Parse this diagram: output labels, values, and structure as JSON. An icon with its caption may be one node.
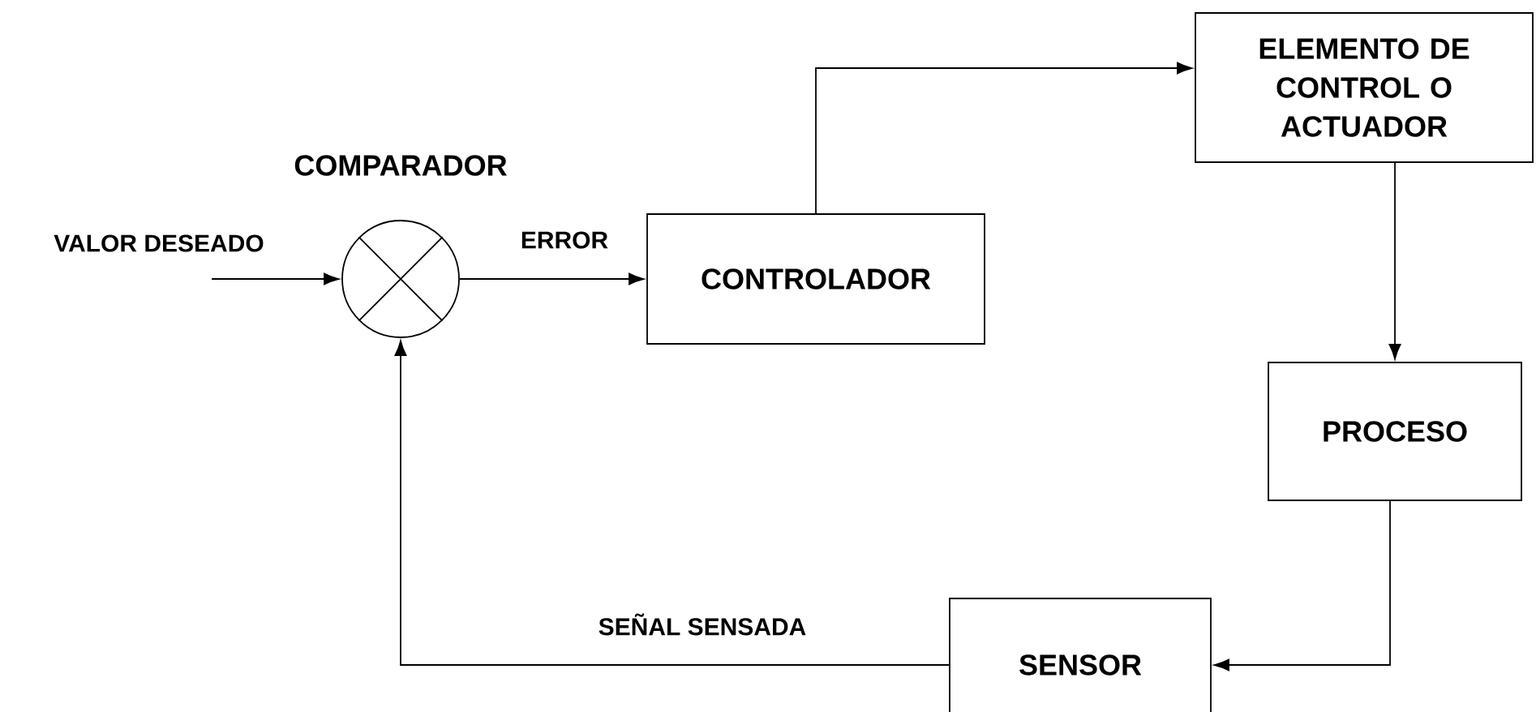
{
  "diagram": {
    "nodes": [
      {
        "text": [
          "COMPARADOR"
        ]
      },
      {
        "text": [
          "CONTROLADOR"
        ]
      },
      {
        "text": [
          "ELEMENTO DE CONTROL O ACTUADOR"
        ]
      },
      {
        "text": [
          "PROCESO"
        ]
      },
      {
        "text": [
          "SENSOR"
        ]
      }
    ],
    "edges": [
      {
        "from": null,
        "to": 0,
        "arrow": "to",
        "label": "VALOR DESEADO"
      },
      {
        "from": 0,
        "to": 1,
        "arrow": "to",
        "label": "ERROR"
      },
      {
        "from": 1,
        "to": 2,
        "arrow": "to"
      },
      {
        "from": 2,
        "to": 3,
        "arrow": "to"
      },
      {
        "from": 3,
        "to": 4,
        "arrow": "to"
      },
      {
        "from": 4,
        "to": 0,
        "arrow": "to",
        "label": "SEÑAL SENSADA"
      }
    ]
  }
}
